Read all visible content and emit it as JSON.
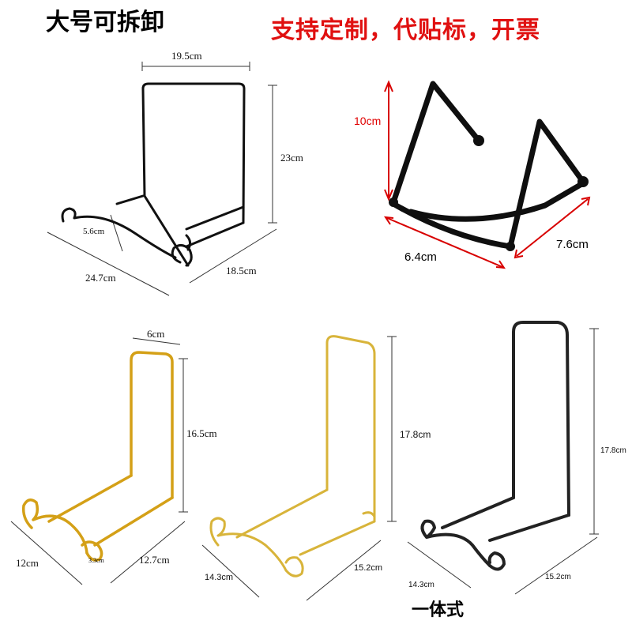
{
  "header": {
    "title_left": "大号可拆卸",
    "title_right": "支持定制，代贴标，开票"
  },
  "stand_large": {
    "width": "19.5cm",
    "height": "23cm",
    "lip": "5.6cm",
    "depth": "18.5cm",
    "base": "24.7cm",
    "color": "#111111"
  },
  "stand_small": {
    "height": "10cm",
    "width": "6.4cm",
    "depth": "7.6cm",
    "dim_color": "#e00000"
  },
  "stand_gold_small": {
    "top": "6cm",
    "height": "16.5cm",
    "left": "12cm",
    "lip": "3.3cm",
    "depth": "12.7cm",
    "color": "#d4a017"
  },
  "stand_gold_tall": {
    "height": "17.8cm",
    "left": "14.3cm",
    "right": "15.2cm",
    "color": "#d8b43a"
  },
  "stand_black_tall": {
    "height": "17.8cm",
    "left": "14.3cm",
    "right": "15.2cm",
    "label": "一体式",
    "color": "#222222"
  }
}
